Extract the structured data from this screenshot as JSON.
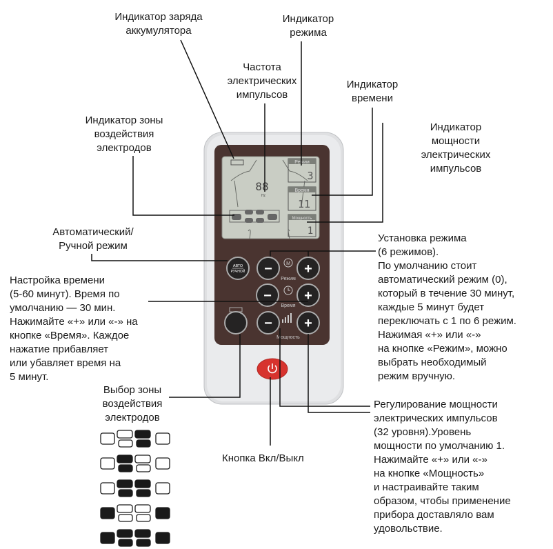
{
  "labels": {
    "battery": "Индикатор заряда\nаккумулятора",
    "mode_indicator": "Индикатор\nрежима",
    "frequency": "Частота\nэлектрических\nимпульсов",
    "time_indicator": "Индикатор\nвремени",
    "power_indicator": "Индикатор мощности\nэлектрических\nимпульсов",
    "zone_indicator": "Индикатор зоны\nвоздействия\nэлектродов",
    "auto_manual": "Автоматический/\nРучной режим",
    "time_setting": "Настройка времени\n(5-60 минут). Время по\nумолчанию — 30 мин.\nНажимайте «+» или «-» на\nкнопке «Время». Каждое\nнажатие прибавляет\nили убавляет время на\n5 минут.",
    "mode_setting": "Установка режима\n(6 режимов).\nПо умолчанию стоит\nавтоматический режим (0),\nкоторый в течение 30 минут,\nкаждые 5 минут будет\nпереключать с 1 по 6 режим.\nНажимая «+» или «-»\nна кнопке «Режим», можно\nвыбрать необходимый\nрежим вручную.",
    "zone_select": "Выбор зоны\nвоздействия\nэлектродов",
    "power_button": "Кнопка Вкл/Выкл",
    "power_adjust": "Регулирование мощности\nэлектрических импульсов\n(32 уровня).Уровень\nмощности по умолчанию 1.\nНажимайте «+» или «-»\nна кнопке «Мощность»\nи настраивайте таким\nобразом, чтобы применение\nприбора доставляло вам\nудовольствие."
  },
  "device": {
    "lcd": {
      "frequency_value": "88",
      "frequency_unit": "Hz",
      "mode_title": "Режим",
      "mode_value": "3",
      "time_title": "Время",
      "time_value": "11",
      "power_title": "Мощность",
      "power_value": "1"
    },
    "buttons": {
      "auto_top": "АВТО",
      "auto_bottom": "РУЧНОЙ",
      "mode_label": "Режим",
      "time_label": "Время",
      "power_label": "Мощность",
      "minus": "−",
      "plus": "+"
    }
  },
  "electrode_patterns": [
    {
      "outer": false,
      "left_inner": false,
      "right_inner": true
    },
    {
      "outer": false,
      "left_inner": true,
      "right_inner": false
    },
    {
      "outer": false,
      "left_inner": true,
      "right_inner": true
    },
    {
      "outer": true,
      "left_inner": false,
      "right_inner": false
    },
    {
      "outer": true,
      "left_inner": true,
      "right_inner": true
    }
  ],
  "colors": {
    "panel": "#4a3430",
    "lcd": "#c9cdc4",
    "body": "#e4e5e7",
    "power": "#d7332e"
  }
}
